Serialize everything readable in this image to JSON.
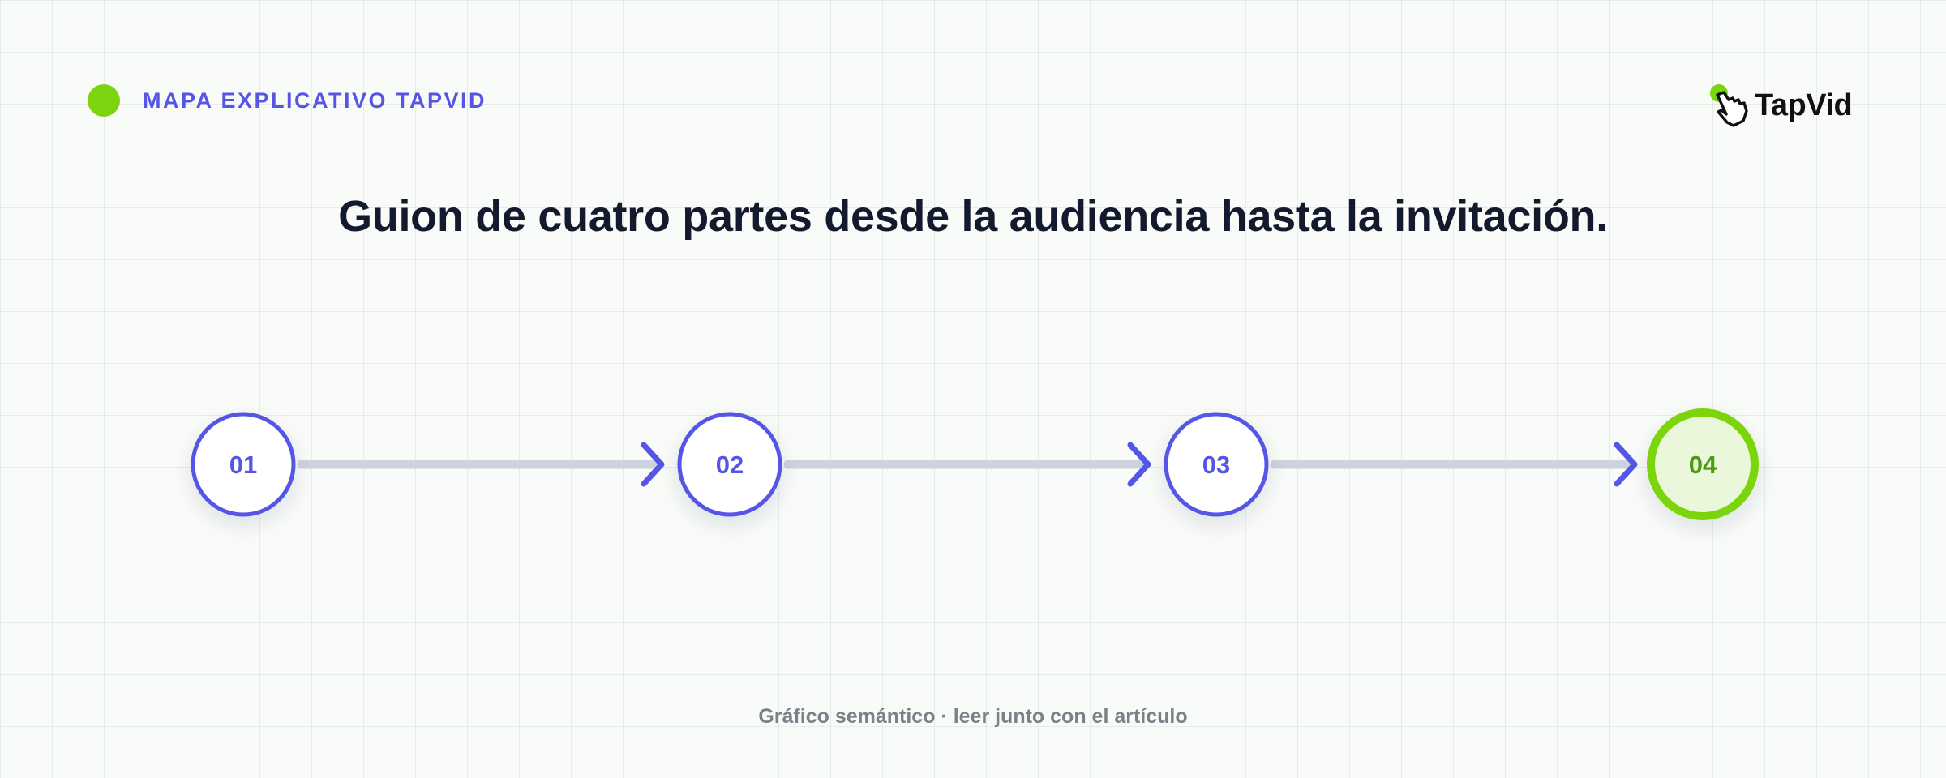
{
  "header": {
    "eyebrow": "MAPA EXPLICATIVO TAPVID",
    "brand": "TapVid",
    "brand_icon": "pointer-hand-icon"
  },
  "title": "Guion de cuatro partes desde la audiencia hasta la invitación.",
  "steps": [
    {
      "label": "01",
      "highlight": false
    },
    {
      "label": "02",
      "highlight": false
    },
    {
      "label": "03",
      "highlight": false
    },
    {
      "label": "04",
      "highlight": true
    }
  ],
  "colors": {
    "accent": "#5656e6",
    "highlight": "#7bd40f",
    "highlight_fill": "#eaf7da",
    "highlight_text": "#4a9a12",
    "connector": "#cdd3de",
    "title": "#141a2e",
    "footer": "#7c8089"
  },
  "footer": "Gráfico semántico · leer junto con el artículo"
}
